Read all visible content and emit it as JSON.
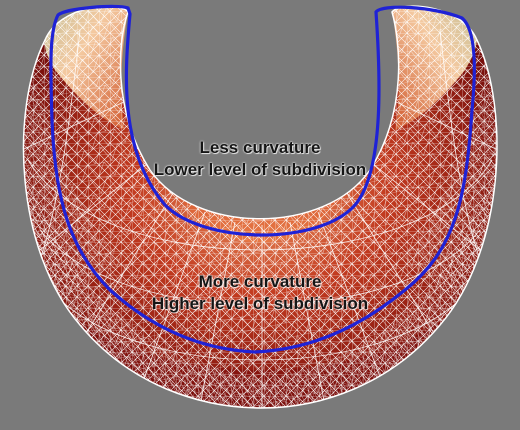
{
  "colors": {
    "background": "#7a7a7a",
    "surface_dark": "#8a0f0f",
    "surface_mid": "#c23a1f",
    "surface_light": "#f2a06a",
    "rim_tint": "#9a9a72",
    "mesh": "#ffffff",
    "region_outline": "#1f22d6",
    "label_text": "#151515"
  },
  "labels": {
    "inner": {
      "line1": "Less curvature",
      "line2": "Lower level of subdivision"
    },
    "outer": {
      "line1": "More curvature",
      "line2": "Higher level of subdivision"
    }
  }
}
